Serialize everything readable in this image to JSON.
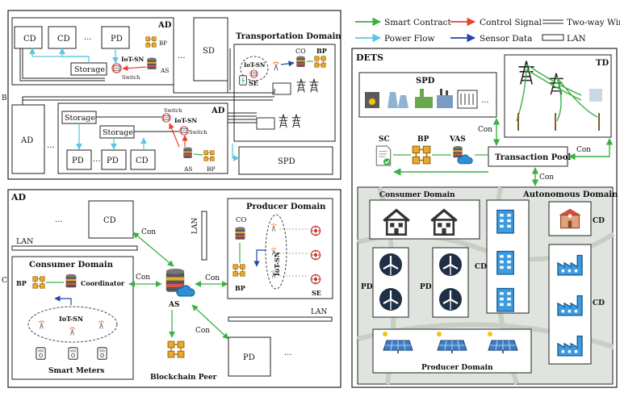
{
  "legend": {
    "smart_contract": "Smart Contract",
    "control_signal": "Control Signal",
    "two_way_wire": "Two-way Wire",
    "power_flow": "Power Flow",
    "sensor_data": "Sensor Data",
    "lan": "LAN"
  },
  "colors": {
    "green": "#3cb043",
    "red": "#e8432c",
    "blue": "#2446a8",
    "cyan": "#58c8e0",
    "gold": "#e8a92e",
    "dark": "#222222"
  },
  "top_left": {
    "ad1": "AD",
    "ad2": "AD",
    "transport_title": "Transportation Domain",
    "cd": "CD",
    "pd": "PD",
    "sd": "SD",
    "ellipsis": "...",
    "bp": "BP",
    "as": "AS",
    "storage": "Storage",
    "iot_sn": "IoT-SN",
    "switch": "Switch",
    "co": "CO",
    "se": "SE",
    "spd": "SPD",
    "side_b": "B"
  },
  "bottom_left": {
    "ad": "AD",
    "cd": "CD",
    "pd": "PD",
    "lan": "LAN",
    "con": "Con",
    "consumer_domain": "Consumer Domain",
    "producer_domain": "Producer Domain",
    "bp": "BP",
    "coordinator": "Coordinator",
    "iot_sn": "IoT-SN",
    "smart_meters": "Smart Meters",
    "as": "AS",
    "blockchain_peer": "Blockchain Peer",
    "co": "CO",
    "se": "SE",
    "ellipsis": "...",
    "side_c": "C"
  },
  "right": {
    "dets": "DETS",
    "spd": "SPD",
    "td": "TD",
    "sc": "SC",
    "bp": "BP",
    "vas": "VAS",
    "transaction_pool": "Transaction Pool",
    "con": "Con",
    "consumer_domain": "Consumer Domain",
    "autonomous_domain": "Autonomous Domain",
    "producer_domain": "Producer Domain",
    "pd": "PD",
    "cd": "CD",
    "ellipsis": "..."
  }
}
